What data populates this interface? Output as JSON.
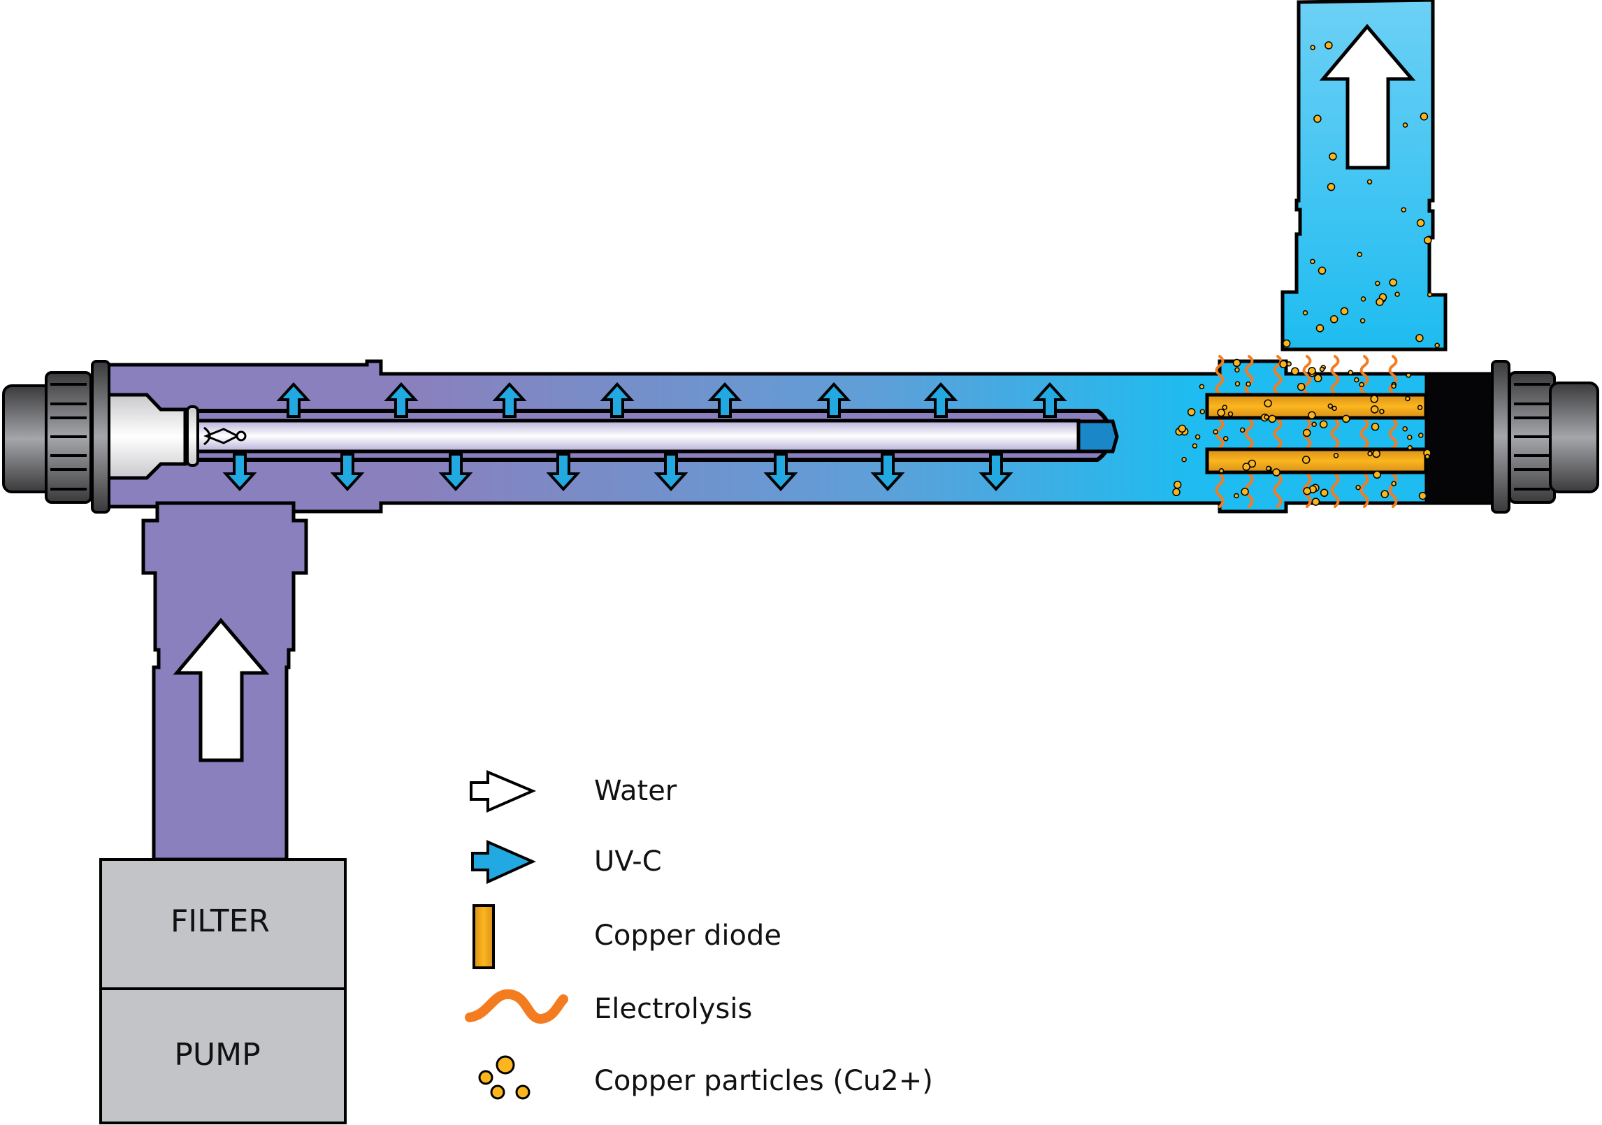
{
  "title": "UV-C and copper ionization water treatment diagram",
  "components": {
    "filter_label": "FILTER",
    "pump_label": "PUMP"
  },
  "colors": {
    "inlet_water": "#8a80bd",
    "outlet_water": "#1ebcf0",
    "uvc_arrow": "#23a9e1",
    "copper": "#f2a91c",
    "electrolysis": "#f47c20",
    "housing_gray": "#c3c4c8",
    "fitting_dark": "#4a4a4d"
  },
  "legend": {
    "items": [
      {
        "icon": "water-arrow-icon",
        "label": "Water"
      },
      {
        "icon": "uvc-arrow-icon",
        "label": "UV-C"
      },
      {
        "icon": "copper-diode-icon",
        "label": "Copper diode"
      },
      {
        "icon": "electrolysis-wave-icon",
        "label": "Electrolysis"
      },
      {
        "icon": "copper-particles-icon",
        "label": "Copper particles (Cu2+)"
      }
    ]
  },
  "diagram": {
    "uvc_arrow_count_up": 8,
    "uvc_arrow_count_down": 8,
    "copper_diode_count": 2,
    "water_flow_arrows": [
      "inlet-up",
      "outlet-up"
    ]
  }
}
